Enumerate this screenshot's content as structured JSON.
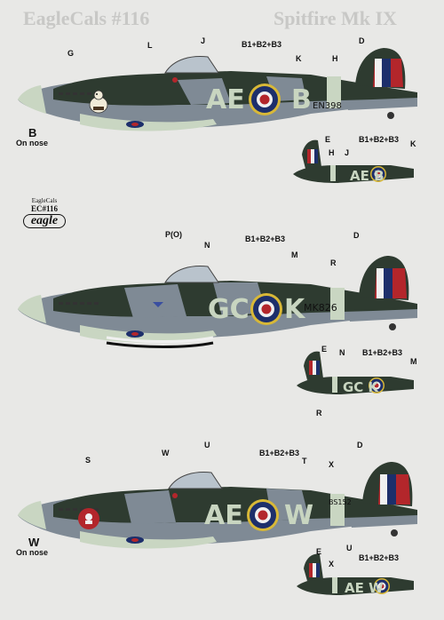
{
  "header": {
    "left_title": "EagleCals #116",
    "right_title": "Spitfire Mk IX"
  },
  "brand": {
    "small_name": "EagleCals",
    "code": "EC#116",
    "logo_text": "eagle"
  },
  "aircraft": [
    {
      "id": "plane1",
      "code_left": "AE",
      "code_right": "B",
      "serial": "EN398",
      "nose_letter": "B",
      "nose_caption": "On nose",
      "callouts": [
        "G",
        "L",
        "J",
        "B1+B2+B3",
        "K",
        "H",
        "D"
      ],
      "small_callouts": [
        "E",
        "H",
        "J",
        "B1+B2+B3",
        "K"
      ],
      "small_code": "AE  B"
    },
    {
      "id": "plane2",
      "code_left": "GC",
      "code_right": "K",
      "serial": "MK826",
      "callouts": [
        "P(O)",
        "N",
        "B1+B2+B3",
        "M",
        "R",
        "D"
      ],
      "small_callouts": [
        "E",
        "N",
        "B1+B2+B3",
        "M",
        "R"
      ],
      "small_code": "GC K"
    },
    {
      "id": "plane3",
      "code_left": "AE",
      "code_right": "W",
      "serial": "BS152",
      "nose_letter": "W",
      "nose_caption": "On nose",
      "callouts": [
        "S",
        "W",
        "U",
        "B1+B2+B3",
        "T",
        "X",
        "D"
      ],
      "small_callouts": [
        "E",
        "X",
        "U",
        "B1+B2+B3"
      ],
      "small_code": "AE W"
    }
  ],
  "colors": {
    "dark_green": "#2e3b30",
    "ocean_grey": "#7f8a95",
    "sky": "#c9d6c2",
    "roundel_blue": "#1d2f6b",
    "roundel_red": "#b3262b",
    "roundel_yellow": "#d8b837",
    "code_letters": "#c8d5c0"
  }
}
